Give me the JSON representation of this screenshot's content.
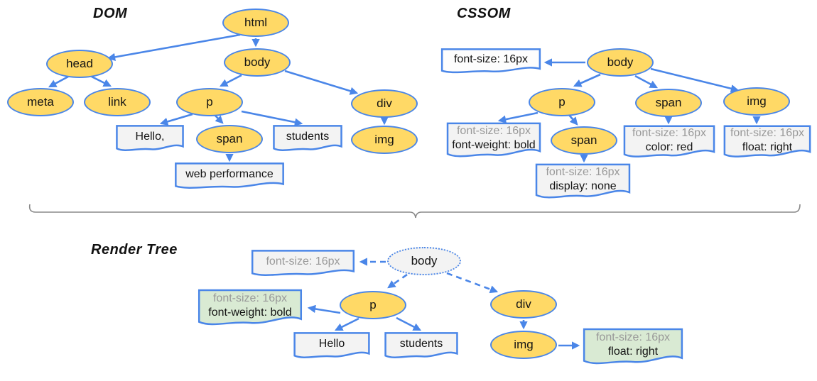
{
  "dom": {
    "title": "DOM",
    "nodes": {
      "html": "html",
      "head": "head",
      "body": "body",
      "meta": "meta",
      "link": "link",
      "p": "p",
      "div": "div",
      "span": "span",
      "img": "img"
    },
    "text_nodes": {
      "hello": "Hello,",
      "students": "students",
      "web_performance": "web performance"
    }
  },
  "cssom": {
    "title": "CSSOM",
    "nodes": {
      "body": "body",
      "p": "p",
      "span_in_p": "span",
      "span": "span",
      "img": "img"
    },
    "rules": {
      "body": {
        "line1": "font-size: 16px"
      },
      "p": {
        "line1": "font-size: 16px",
        "line2": "font-weight: bold"
      },
      "span_in_p": {
        "line1": "font-size: 16px",
        "line2": "display: none"
      },
      "span": {
        "line1": "font-size: 16px",
        "line2": "color: red"
      },
      "img": {
        "line1": "font-size: 16px",
        "line2": "float: right"
      }
    }
  },
  "render_tree": {
    "title": "Render Tree",
    "nodes": {
      "body": "body",
      "p": "p",
      "div": "div",
      "img": "img"
    },
    "text_nodes": {
      "hello": "Hello",
      "students": "students"
    },
    "rules": {
      "body": {
        "line1": "font-size: 16px"
      },
      "p": {
        "line1": "font-size: 16px",
        "line2": "font-weight: bold"
      },
      "img": {
        "line1": "font-size: 16px",
        "line2": "float: right"
      }
    }
  },
  "colors": {
    "node_fill": "#ffd966",
    "edge_blue": "#4a86e8",
    "inherited_text_gray": "#999999",
    "computed_box_green": "#d9ead3",
    "text_box_gray": "#f3f3f3",
    "render_root_fill": "#f3f3f3",
    "brace_gray": "#8a8a8a"
  }
}
